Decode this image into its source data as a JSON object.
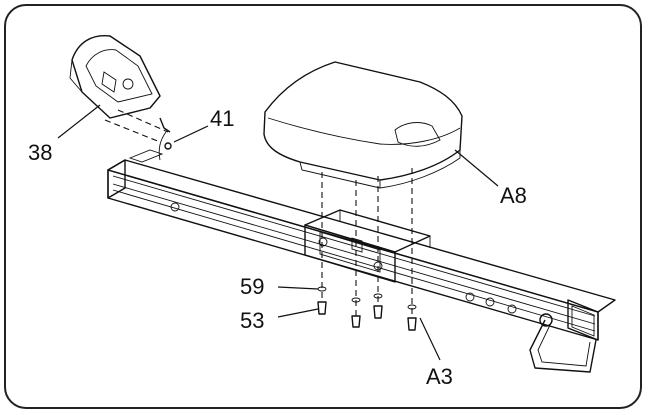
{
  "labels": {
    "console": "38",
    "sensor": "41",
    "seat": "A8",
    "washer": "59",
    "screw": "53",
    "rail": "A3"
  }
}
